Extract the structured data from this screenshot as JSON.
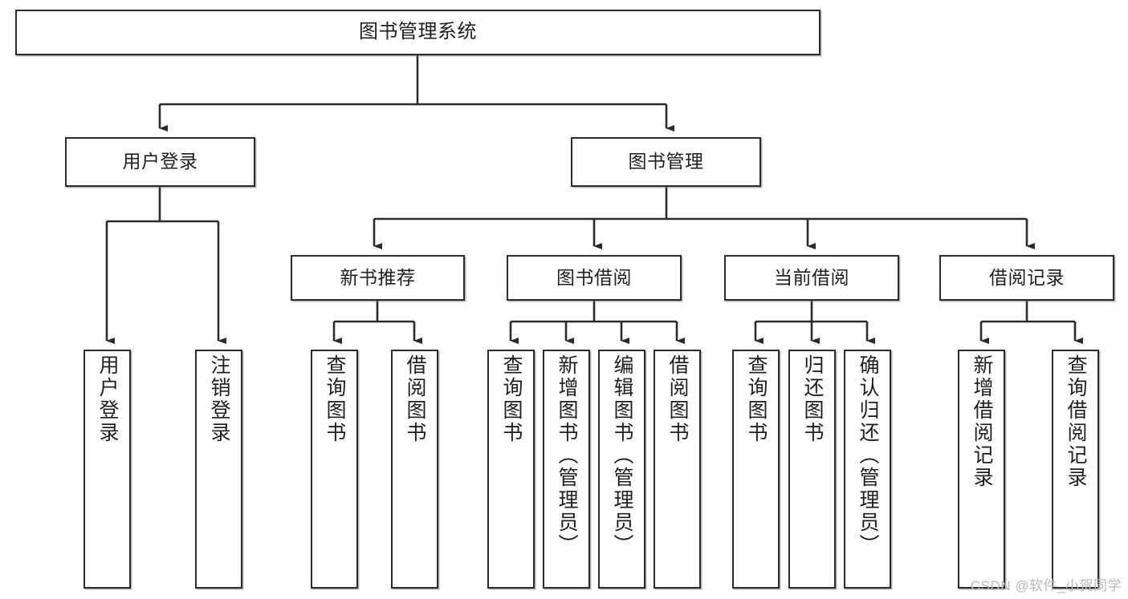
{
  "diagram": {
    "type": "tree-flowchart",
    "title": "图书管理系统",
    "watermark": "CSDN @软件_小贺同学",
    "colors": {
      "box_border": "#2b2b2b",
      "box_fill": "#ffffff",
      "connector": "#2b2b2b",
      "text": "#1f1f1f",
      "watermark": "#b9b9b9"
    },
    "nodes": {
      "root": {
        "label": "图书管理系统"
      },
      "level2": [
        {
          "label": "用户登录"
        },
        {
          "label": "图书管理"
        }
      ],
      "level3": [
        {
          "label": "新书推荐"
        },
        {
          "label": "图书借阅"
        },
        {
          "label": "当前借阅"
        },
        {
          "label": "借阅记录"
        }
      ],
      "leaves": {
        "user_login": [
          {
            "label": "用户登录"
          },
          {
            "label": "注销登录"
          }
        ],
        "new_book_recommend": [
          {
            "label": "查询图书"
          },
          {
            "label": "借阅图书"
          }
        ],
        "book_borrow": [
          {
            "label": "查询图书"
          },
          {
            "label": "新增图书（管理员）"
          },
          {
            "label": "编辑图书（管理员）"
          },
          {
            "label": "借阅图书"
          }
        ],
        "current_borrow": [
          {
            "label": "查询图书"
          },
          {
            "label": "归还图书"
          },
          {
            "label": "确认归还（管理员）"
          }
        ],
        "borrow_record": [
          {
            "label": "新增借阅记录"
          },
          {
            "label": "查询借阅记录"
          }
        ]
      }
    }
  }
}
